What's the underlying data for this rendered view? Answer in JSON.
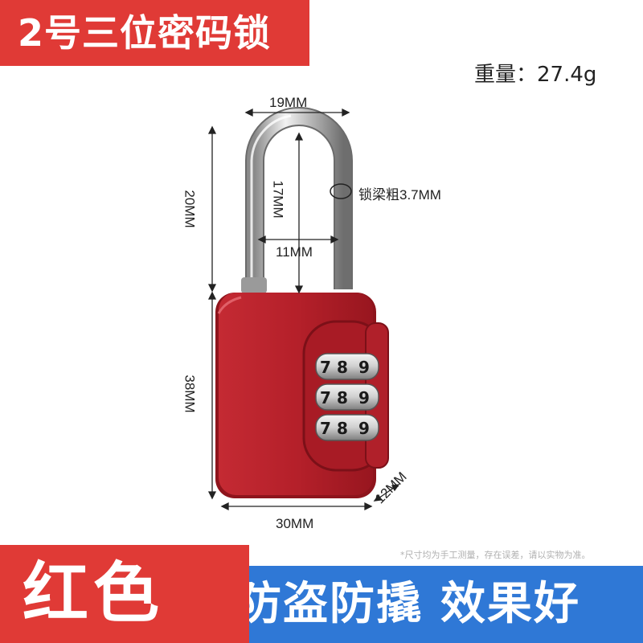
{
  "title": "2号三位密码锁",
  "weight": "重量：27.4g",
  "dimensions": {
    "shackle_width": "19MM",
    "shackle_height": "20MM",
    "shackle_inner_height": "17MM",
    "shackle_inner_width": "11MM",
    "shackle_thickness": "锁梁粗3.7MM",
    "body_height": "38MM",
    "body_width": "30MM",
    "body_depth": "12MM"
  },
  "dial_digits": [
    [
      "7",
      "8",
      "9"
    ],
    [
      "7",
      "8",
      "9"
    ],
    [
      "7",
      "8",
      "9"
    ]
  ],
  "colors": {
    "lock_body": "#b5202a",
    "banner_red": "#e03a36",
    "banner_blue": "#2f78d6"
  },
  "note": "*尺寸均为手工测量，存在误差，请以实物为准。",
  "color_label": "红色",
  "slogan": [
    "防盗防撬",
    "效果好"
  ]
}
